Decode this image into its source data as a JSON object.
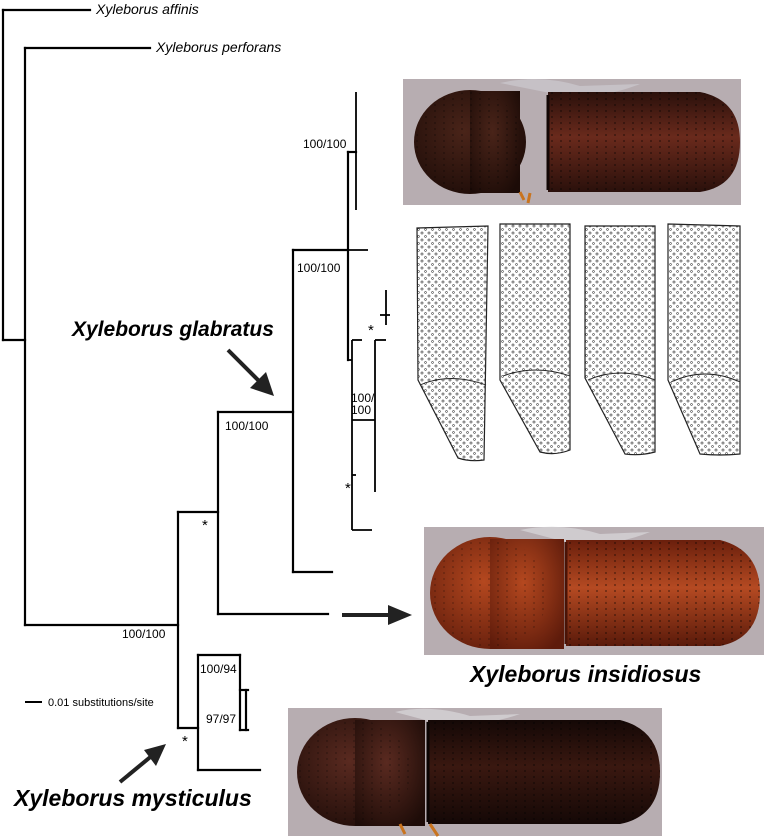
{
  "tree": {
    "taxa": {
      "affinis": "Xyleborus affinis",
      "perforans": "Xyleborus perforans"
    },
    "support": {
      "clade_a": "100/100",
      "clade_b": "100/100",
      "glabratus_clade": "100/100",
      "root": "100/100",
      "mysticulus_clade": "100/94",
      "inner_mysticulus": "97/97",
      "inner_glabratus_line1": "100/",
      "inner_glabratus_line2": "100",
      "star": "*"
    },
    "species_labels": {
      "glabratus": "Xyleborus glabratus",
      "insidiosus": "Xyleborus insidiosus",
      "mysticulus": "Xyleborus mysticulus"
    },
    "scale_bar": "0.01 substitutions/site"
  },
  "colors": {
    "photo_bg": "#b7adb1",
    "beetle_dark": "#3a1710",
    "beetle_red": "#8a2e14",
    "beetle_black": "#1e0f0c"
  },
  "icons": [
    "arrow-icon",
    "beetle-photo",
    "elytra-drawing"
  ]
}
